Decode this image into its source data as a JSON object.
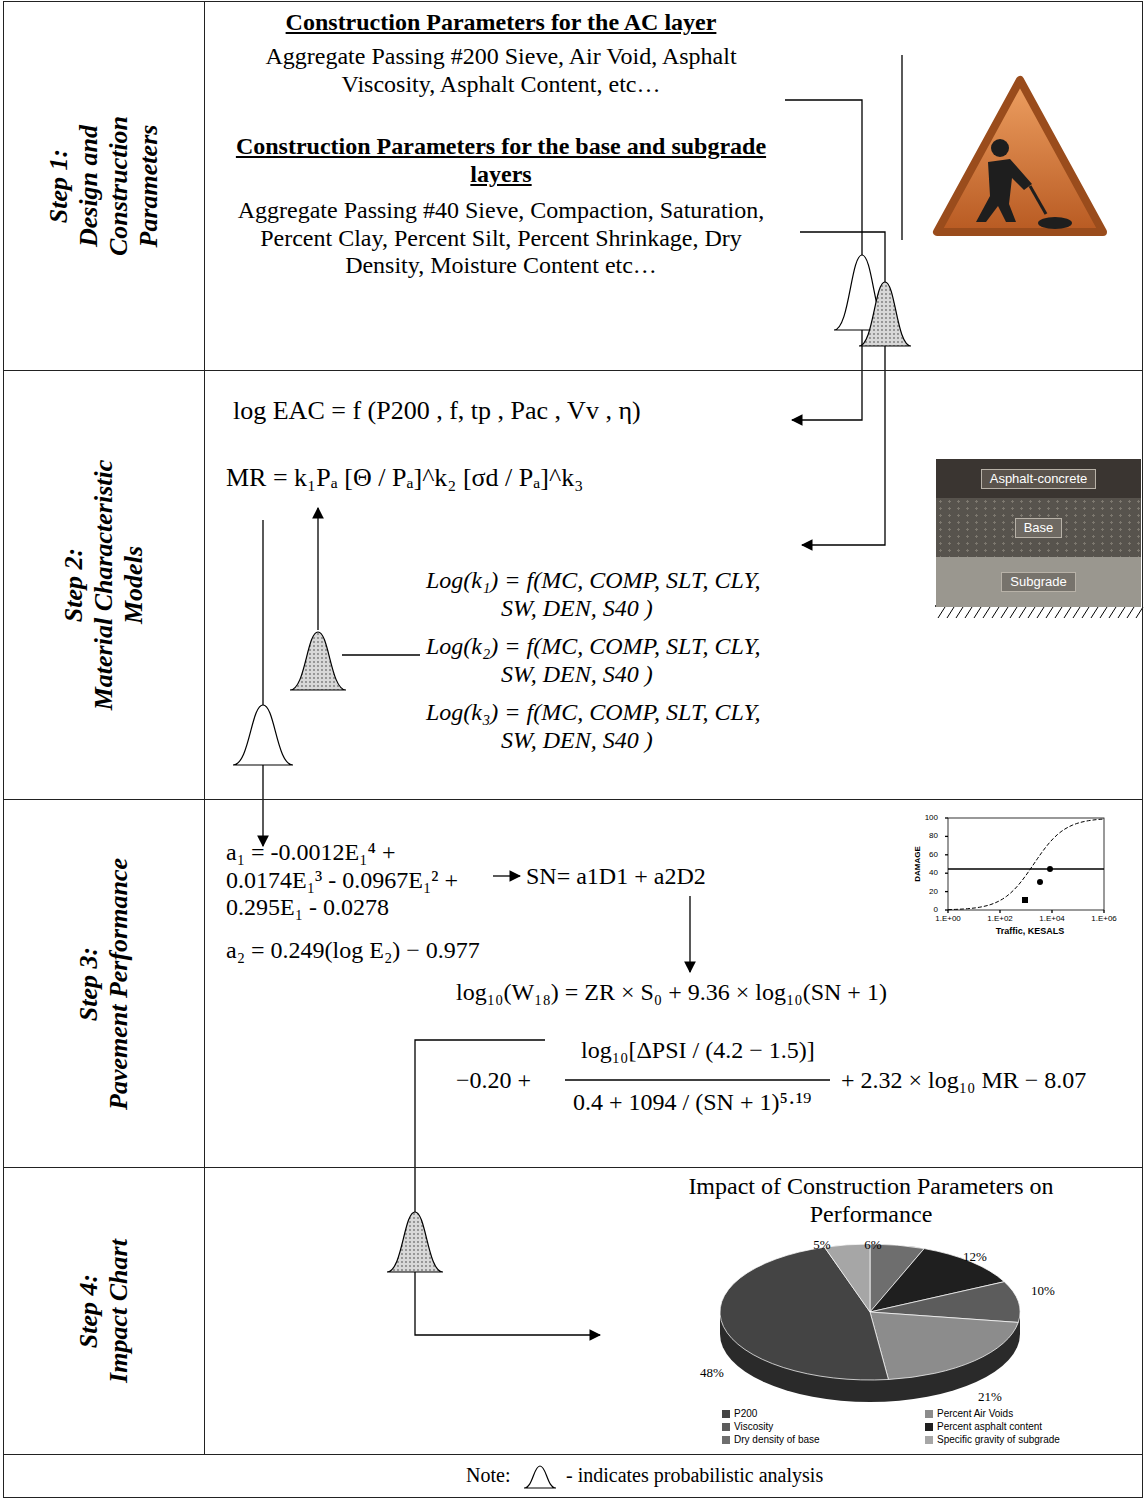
{
  "diagram": {
    "nodes": [
      {
        "text": [
          "Step 1:",
          "Design and Construction Parameters"
        ]
      },
      {
        "text": [
          "Construction Parameters for the AC layer",
          "Aggregate Passing #200 Sieve, Air Void, Asphalt Viscosity, Asphalt Content, etc…",
          "Construction Parameters for the base and subgrade layers",
          "Aggregate Passing #40 Sieve, Compaction, Saturation, Percent Clay, Percent Silt, Percent Shrinkage, Dry Density, Moisture Content etc…"
        ]
      },
      {
        "text": [
          "Step 2:",
          "Material Characteristic Models"
        ]
      },
      {
        "text": [
          "log EAC = f (P200 , f, tp , Pac , Vv , η)",
          "MR = k₁Pₐ [Θ / Pₐ]^k₂ [σd / Pₐ]^k₃",
          "Log(k₁) = f(MC, COMP, SLT, CLY, SW, DEN, S40 )",
          "Log(k₂) = f(MC, COMP, SLT, CLY, SW, DEN, S40 )",
          "Log(k₃) = f(MC, COMP, SLT, CLY, SW, DEN, S40 )"
        ]
      },
      {
        "text": [
          "Asphalt-concrete"
        ],
        "in": 3
      },
      {
        "text": [
          "Base"
        ],
        "in": 3
      },
      {
        "text": [
          "Subgrade"
        ],
        "in": 3
      },
      {
        "text": [
          "Step 3:",
          "Pavement Performance"
        ]
      },
      {
        "text": [
          "a₁ = -0.0012E₁⁴ + 0.0174E₁³ - 0.0967E₁² + 0.295E₁ - 0.0278",
          "SN= a1D1 + a2D2",
          "a₂ = 0.249(log E₂) − 0.977",
          "log₁₀(W₁₈) = ZR × S₀ + 9.36 × log₁₀(SN + 1)",
          "−0.20 +",
          "log₁₀[ΔPSI / (4.2 − 1.5)]",
          "0.4 + 1094 / (SN + 1)⁵·¹⁹",
          "+ 2.32 × log₁₀ MR − 8.07"
        ]
      },
      {
        "text": [
          "Step 4:",
          "Impact Chart"
        ]
      },
      {
        "text": [
          "Impact of Construction Parameters on Performance"
        ]
      },
      {
        "text": [
          "Note:",
          "- indicates probabilistic analysis"
        ]
      }
    ],
    "labels": [
      "100",
      "80",
      "60",
      "40",
      "20",
      "0",
      "1.E+00",
      "1.E+02",
      "1.E+04",
      "1.E+06",
      "DAMAGE",
      "Traffic, KESALS",
      "5%",
      "6%",
      "12%",
      "10%",
      "21%",
      "48%"
    ],
    "legend": [
      {
        "text": "P200",
        "color": "#444444"
      },
      {
        "text": "Percent Air Voids",
        "color": "#8c8c8c"
      },
      {
        "text": "Viscosity",
        "color": "#5c5c5c"
      },
      {
        "text": "Percent asphalt content",
        "color": "#1f1f1f"
      },
      {
        "text": "Dry density of base",
        "color": "#6e6e6e"
      },
      {
        "text": "Specific gravity of subgrade",
        "color": "#a6a6a6"
      }
    ]
  }
}
